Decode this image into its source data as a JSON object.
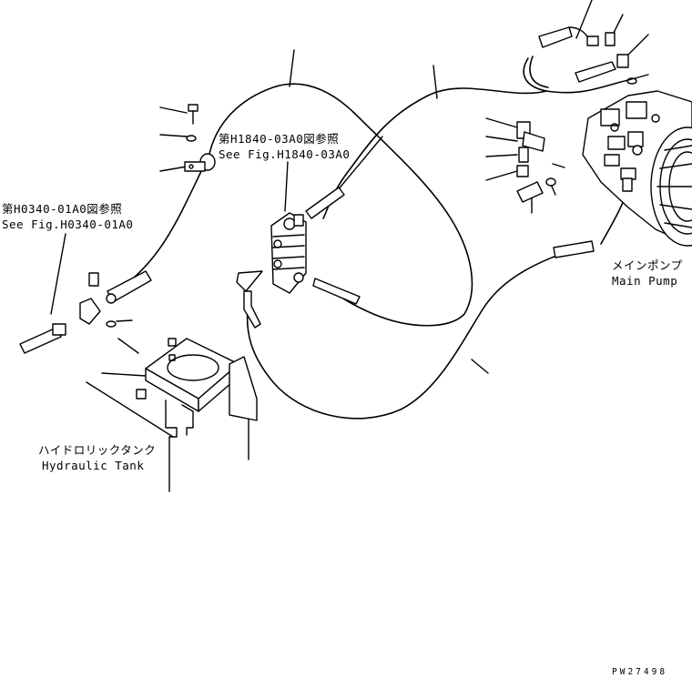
{
  "labels": {
    "ref_h1840_jp": "第H1840-03A0図参照",
    "ref_h1840_en": "See Fig.H1840-03A0",
    "ref_h0340_jp": "第H0340-01A0図参照",
    "ref_h0340_en": "See Fig.H0340-01A0",
    "main_pump_jp": "メインポンプ",
    "main_pump_en": "Main Pump",
    "hydraulic_tank_jp": "ハイドロリックタンク",
    "hydraulic_tank_en": "Hydraulic Tank",
    "drawing_code": "PW27498"
  }
}
